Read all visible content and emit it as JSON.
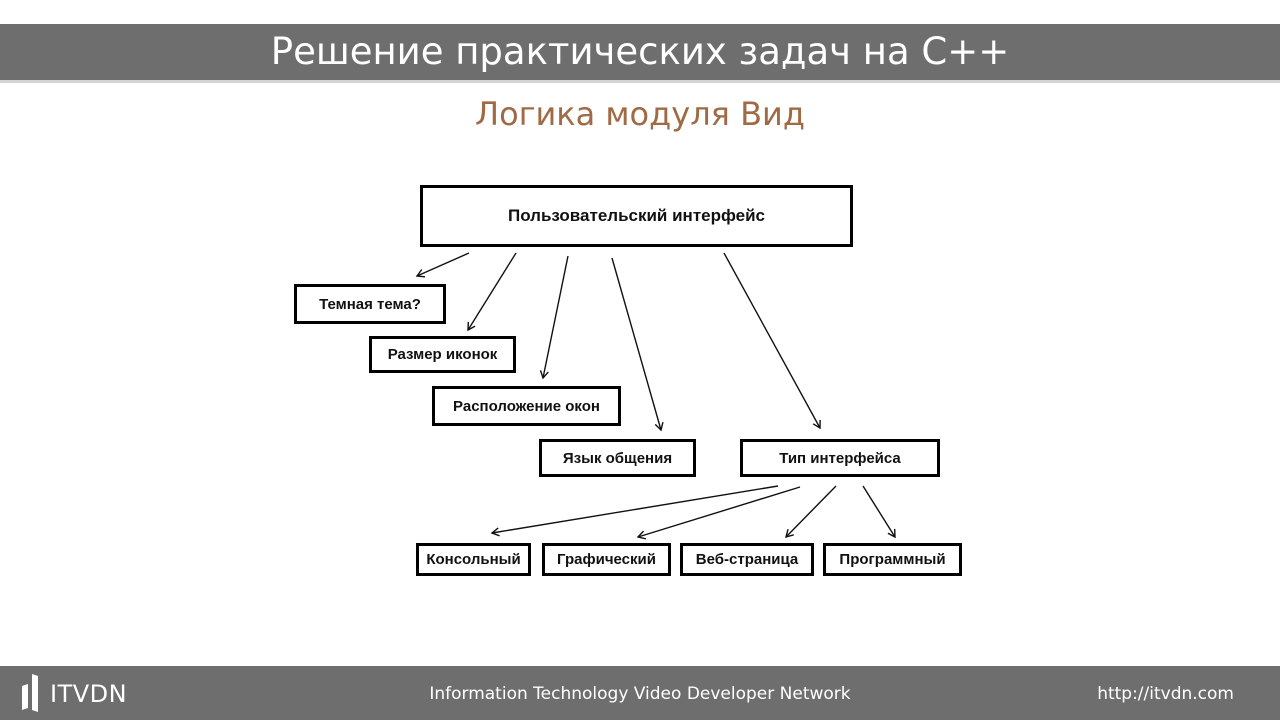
{
  "header": {
    "title": "Решение практических задач на C++"
  },
  "subtitle": "Логика модуля Вид",
  "diagram": {
    "root": "Пользовательский интерфейс",
    "children": [
      "Темная тема?",
      "Размер иконок",
      "Расположение окон",
      "Язык общения",
      "Тип интерфейса"
    ],
    "interface_types": [
      "Консольный",
      "Графический",
      "Веб-страница",
      "Программный"
    ]
  },
  "footer": {
    "logo": "ITVDN",
    "tagline": "Information Technology Video Developer Network",
    "url": "http://itvdn.com"
  },
  "colors": {
    "bar": "#6e6e6e",
    "subtitle": "#a06a44",
    "box_border": "#000000"
  }
}
